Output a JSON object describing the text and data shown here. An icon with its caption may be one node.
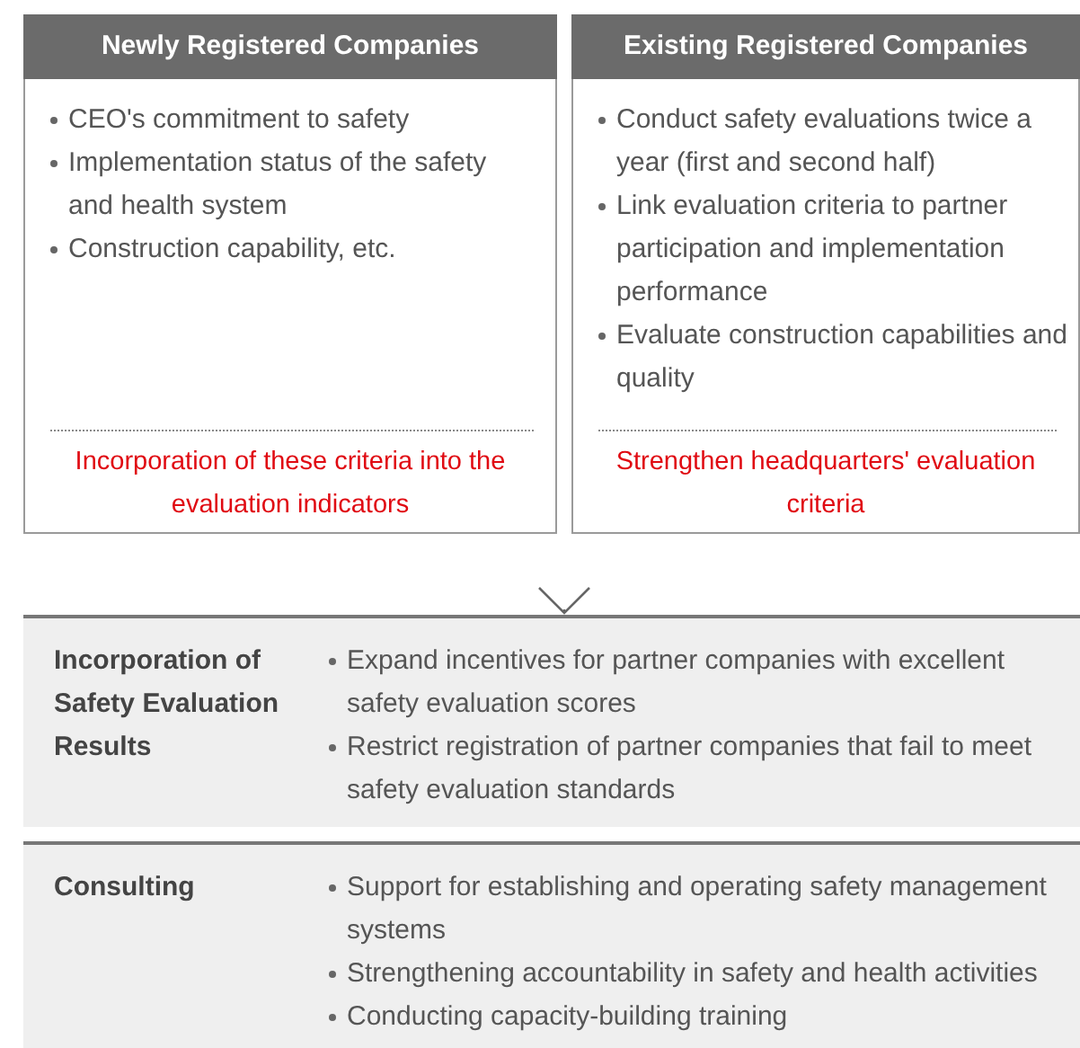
{
  "diagram": {
    "nodes": [
      {
        "text": [
          "Newly Registered Companies",
          "CEO's commitment to safety",
          "Implementation status of the safety and health system",
          "Construction capability, etc.",
          "Incorporation of these criteria into the evaluation indicators"
        ]
      },
      {
        "text": [
          "Existing Registered Companies",
          "Conduct safety evaluations twice a year (first and second half)",
          "Link evaluation criteria to partner participation and implementation performance",
          "Evaluate construction capabilities and quality",
          "Strengthen headquarters' evaluation criteria"
        ]
      },
      {
        "text": [
          "Incorporation of Safety Evaluation Results",
          "Expand incentives for partner companies with excellent safety evaluation scores",
          "Restrict registration of partner companies that fail to meet safety evaluation standards"
        ]
      },
      {
        "text": [
          "Consulting",
          "Support for establishing and operating safety management systems",
          "Strengthening accountability in safety and health activities",
          "Conducting capacity-building training"
        ]
      }
    ],
    "edges": [
      {
        "from": null,
        "to": 2,
        "arrow": "to"
      }
    ]
  }
}
